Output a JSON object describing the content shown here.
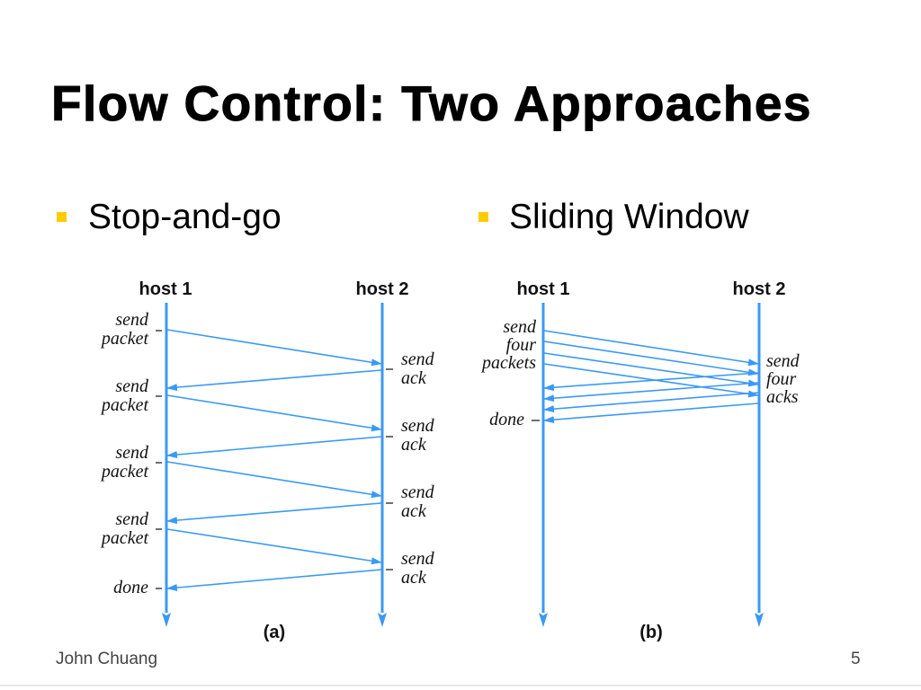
{
  "slide": {
    "title": "Flow Control: Two Approaches",
    "bullets": [
      {
        "text": "Stop-and-go"
      },
      {
        "text": "Sliding Window"
      }
    ],
    "footer": {
      "author": "John Chuang",
      "page_number": "5"
    }
  },
  "diagram_a": {
    "host1": "host 1",
    "host2": "host 2",
    "sender_events": [
      {
        "lines": [
          "send",
          "packet"
        ]
      },
      {
        "lines": [
          "send",
          "packet"
        ]
      },
      {
        "lines": [
          "send",
          "packet"
        ]
      },
      {
        "lines": [
          "send",
          "packet"
        ]
      }
    ],
    "receiver_events": [
      {
        "lines": [
          "send",
          "ack"
        ]
      },
      {
        "lines": [
          "send",
          "ack"
        ]
      },
      {
        "lines": [
          "send",
          "ack"
        ]
      },
      {
        "lines": [
          "send",
          "ack"
        ]
      }
    ],
    "done": "done",
    "caption": "(a)"
  },
  "diagram_b": {
    "host1": "host 1",
    "host2": "host 2",
    "sender_event": {
      "lines": [
        "send",
        "four",
        "packets"
      ]
    },
    "receiver_event": {
      "lines": [
        "send",
        "four",
        "acks"
      ]
    },
    "done": "done",
    "caption": "(b)"
  },
  "colors": {
    "arrow": "#3b99f6",
    "bullet": "#ffcc00",
    "title": "#000000",
    "footer": "#444444"
  }
}
